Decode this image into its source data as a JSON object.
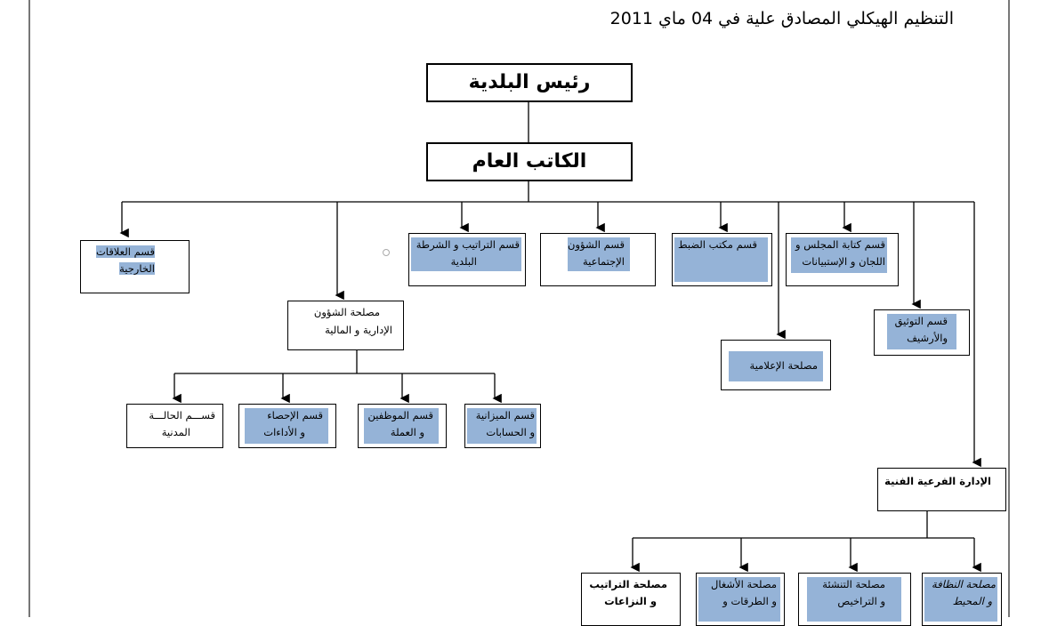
{
  "header": {
    "cut_title": "",
    "subtitle": "التنظيم الهيكلي المصادق علية في 04 ماي 2011"
  },
  "chart": {
    "mayor": "رئيس البلدية",
    "secretary_general": "الكاتب العام",
    "external_relations": [
      "قسم العلاقات",
      "الخارجية"
    ],
    "regulations_police": [
      "قسم التراتيب و الشرطة",
      "البلدية"
    ],
    "social_affairs": [
      "قسم الشؤون",
      "الإجتماعية"
    ],
    "control_office": [
      "قسم مكتب الضبط"
    ],
    "council_writing": [
      "قسم كتابة المجلس و",
      "اللجان و الإستبيانات"
    ],
    "admin_finance": [
      "مصلحة الشؤون",
      "الإدارية و المالية"
    ],
    "documentation_archive": [
      "قسم التوثيق",
      "والأرشيف"
    ],
    "media": [
      "مصلحة الإعلامية"
    ],
    "civil_status": [
      "قســـم الحالـــة",
      "المدنية"
    ],
    "statistics": [
      "قسم الإحصاء",
      "و الأداءات"
    ],
    "employees": [
      "قسم الموظفين",
      "و العملة"
    ],
    "budget": [
      "قسم الميزانية",
      "و الحسابات"
    ],
    "technical_directorate": [
      "الإدارة الفرعية الفنية"
    ],
    "regulations_disputes": [
      "مصلحة التراتيب",
      "و النزاعات"
    ],
    "works_roads": [
      "مصلحة الأشغال",
      "و الطرقات و"
    ],
    "building_permits": [
      "مصلحة التنشئة",
      "و التراخيص"
    ],
    "cleanliness_env": [
      "مصلحة النظافة",
      "و المحيط"
    ]
  }
}
